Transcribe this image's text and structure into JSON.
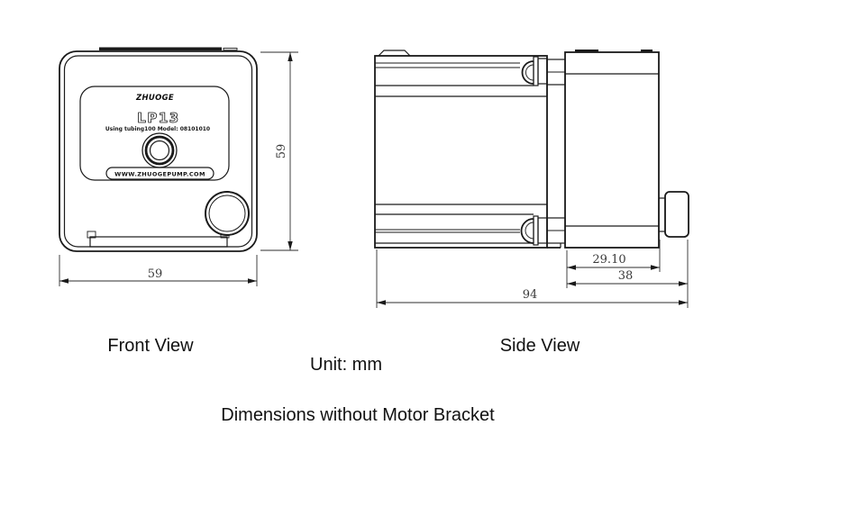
{
  "front_view": {
    "caption": "Front View",
    "plate": {
      "brand": "ZHUOGE",
      "model": "LP13",
      "subtitle": "Using tubing100  Model: 08101010",
      "website": "WWW.ZHUOGEPUMP.COM"
    },
    "dim_width": "59",
    "dim_height": "59"
  },
  "side_view": {
    "caption": "Side View",
    "dim_motor_body": "29.10",
    "dim_motor_with_shaft": "38",
    "dim_total_length": "94"
  },
  "footer": {
    "unit": "Unit: mm",
    "note": "Dimensions without Motor Bracket"
  },
  "colors": {
    "background": "#ffffff",
    "line": "#1a1a1a",
    "dimension_text": "#3a3a3a",
    "caption_text": "#111111"
  }
}
